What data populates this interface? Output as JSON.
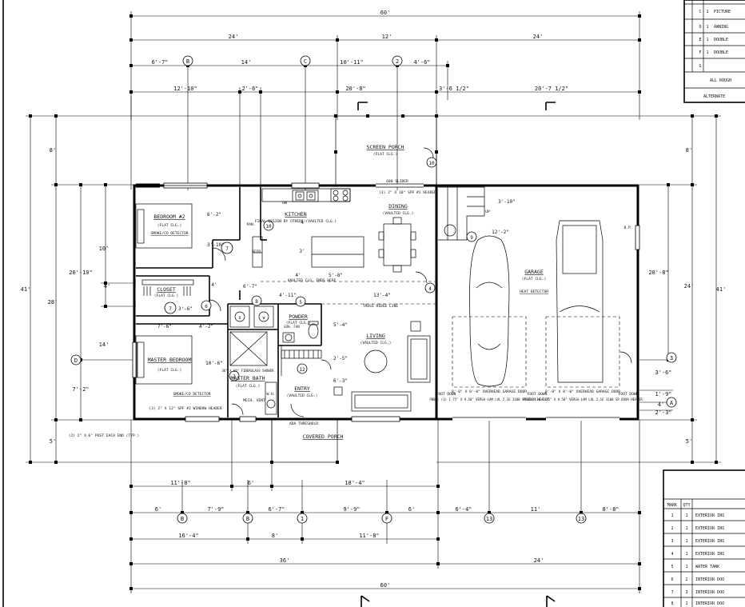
{
  "dimensions": {
    "top": {
      "overall": "60'",
      "row2": [
        "24'",
        "12'",
        "24'"
      ],
      "row3": [
        "6'-7\"",
        "14'",
        "10'-11\"",
        "4'-6\""
      ],
      "row4": [
        "12'-10\"",
        "2'-6\"",
        "20'-8\"",
        "3'-6 1/2\"",
        "20'-7 1/2\""
      ]
    },
    "bottom": {
      "row1": [
        "11'-8\"",
        "6'",
        "18'-4\""
      ],
      "row2": [
        "6'",
        "7'-9\"",
        "6'-7\"",
        "9'-9\"",
        "6'",
        "6'-4\"",
        "11'",
        "8'-8\""
      ],
      "row3": [
        "16'-4\"",
        "8'",
        "11'-8\""
      ],
      "row4": [
        "36'",
        "24'"
      ],
      "overall": "60'"
    },
    "left": {
      "overall": "41'",
      "row2": [
        "8'",
        "28'",
        "5'"
      ],
      "row3": [
        "20'-10\"",
        "14'",
        "7'-2\""
      ],
      "row4": [
        "10'",
        "4'"
      ]
    },
    "right": {
      "overall": "41'",
      "row2": [
        "8'",
        "24'",
        "5'"
      ],
      "row3": [
        "20'-8\"",
        "3'-6\"",
        "1'-9\"",
        "4'",
        "2'-3\""
      ]
    },
    "interior": [
      "6'-2\"",
      "3'-10\"",
      "4'",
      "3'",
      "4'",
      "5'-8\"",
      "4'",
      "6'-7\"",
      "4'-11\"",
      "7'-6\"",
      "3'-6\"",
      "4'-2\"",
      "13'-4\"",
      "5'-4\"",
      "2'-5\"",
      "6'-3\"",
      "10'-6\"",
      "3'-10\"",
      "12'-2\""
    ]
  },
  "grid_tags": [
    "B",
    "C",
    "2",
    "D",
    "B",
    "B",
    "1",
    "F",
    "13",
    "13",
    "3",
    "A"
  ],
  "door_tags": [
    "10",
    "7",
    "10",
    "7",
    "6",
    "8",
    "9",
    "5",
    "4",
    "7",
    "12",
    "12"
  ],
  "rooms": [
    {
      "name": "SCREEN PORCH",
      "note": "(FLAT CLG.)"
    },
    {
      "name": "BEDROOM #2",
      "note": "(FLAT CLG.)",
      "extra": "SMOKE/CO DETECTOR"
    },
    {
      "name": "KITCHEN",
      "note": "FINAL DESIGN BY OTHERS (VAULTED CLG.)"
    },
    {
      "name": "DINING",
      "note": "(VAULTED CLG.)"
    },
    {
      "name": "GARAGE",
      "note": "(FLAT CLG.)",
      "extra": "HEAT DETECTOR"
    },
    {
      "name": "CLOSET",
      "note": "(FLAT CLG.)"
    },
    {
      "name": "POWDER",
      "note": "(FLAT CLG.)"
    },
    {
      "name": "LIVING",
      "note": "(VAULTED CLG.)"
    },
    {
      "name": "MASTER BEDROOM",
      "note": "(FLAT CLG.)"
    },
    {
      "name": "MASTER BATH",
      "note": "(FLAT CLG.)"
    },
    {
      "name": "ENTRY",
      "note": "(VAULTED CLG.)"
    },
    {
      "name": "COVERED PORCH",
      "note": ""
    }
  ],
  "notes": {
    "header3": "(3) 2\" X 10\" SPF #2 HEADER",
    "slider": "600 SLIDER",
    "vaulted_ends": "VAULTED CLG. ENDS HERE",
    "truss": "TRUSS RIDGE LINE",
    "smoke_master": "SMOKE/CO DETECTOR",
    "window_header": "(3) 2\" X 12\" SPF #2 WINDOW HEADER",
    "king_studs": "(2) 2\" X 6\" POST EACH END (TYP.)",
    "shower": "36\" X 60\" FIBERGLASS SHOWER",
    "ada_threshold": "ADA THRESHOLD",
    "ada_ramp": "ADA THRESHOLD",
    "mech_vent": "MECH. VENT",
    "exh_fan": "EXH. FAN",
    "pantry": "PAN.",
    "dw": "DW",
    "fridge": "REFR.",
    "wd": [
      "D",
      "W"
    ],
    "wh": "W.H.",
    "garage_door": "8'-0\" X 8'-0\" OVERHEAD GARAGE DOOR",
    "garage_header": "PB01: (3) 1.75\" X 9.50\" VERSA-LAM LVL 2.1E 3100 SP DOOR HEADER",
    "foot_down": "FOOT DOWN",
    "bp": "B.P.",
    "up": "UP"
  },
  "tables": {
    "top_right": {
      "rows": [
        {
          "mark": "C",
          "qty": "1",
          "desc": "PICTURE"
        },
        {
          "mark": "D",
          "qty": "1",
          "desc": "AWNING"
        },
        {
          "mark": "E",
          "qty": "1",
          "desc": "DOUBLE"
        },
        {
          "mark": "F",
          "qty": "1",
          "desc": "DOUBLE"
        },
        {
          "mark": "G",
          "qty": "",
          "desc": ""
        }
      ],
      "footer": [
        "ALL ROUGH",
        "ALTERNATE"
      ]
    },
    "bottom_right": {
      "headers": [
        "MARK",
        "QTY"
      ],
      "rows": [
        {
          "mark": "1",
          "qty": "1",
          "desc": "EXTERIOR INS"
        },
        {
          "mark": "2",
          "qty": "1",
          "desc": "EXTERIOR INS"
        },
        {
          "mark": "3",
          "qty": "1",
          "desc": "EXTERIOR INS"
        },
        {
          "mark": "4",
          "qty": "1",
          "desc": "EXTERIOR INS"
        },
        {
          "mark": "5",
          "qty": "1",
          "desc": "WATER TANK"
        },
        {
          "mark": "6",
          "qty": "2",
          "desc": "INTERIOR DOO"
        },
        {
          "mark": "7",
          "qty": "3",
          "desc": "INTERIOR DOO"
        },
        {
          "mark": "8",
          "qty": "1",
          "desc": "INTERIOR DOO"
        }
      ]
    }
  }
}
